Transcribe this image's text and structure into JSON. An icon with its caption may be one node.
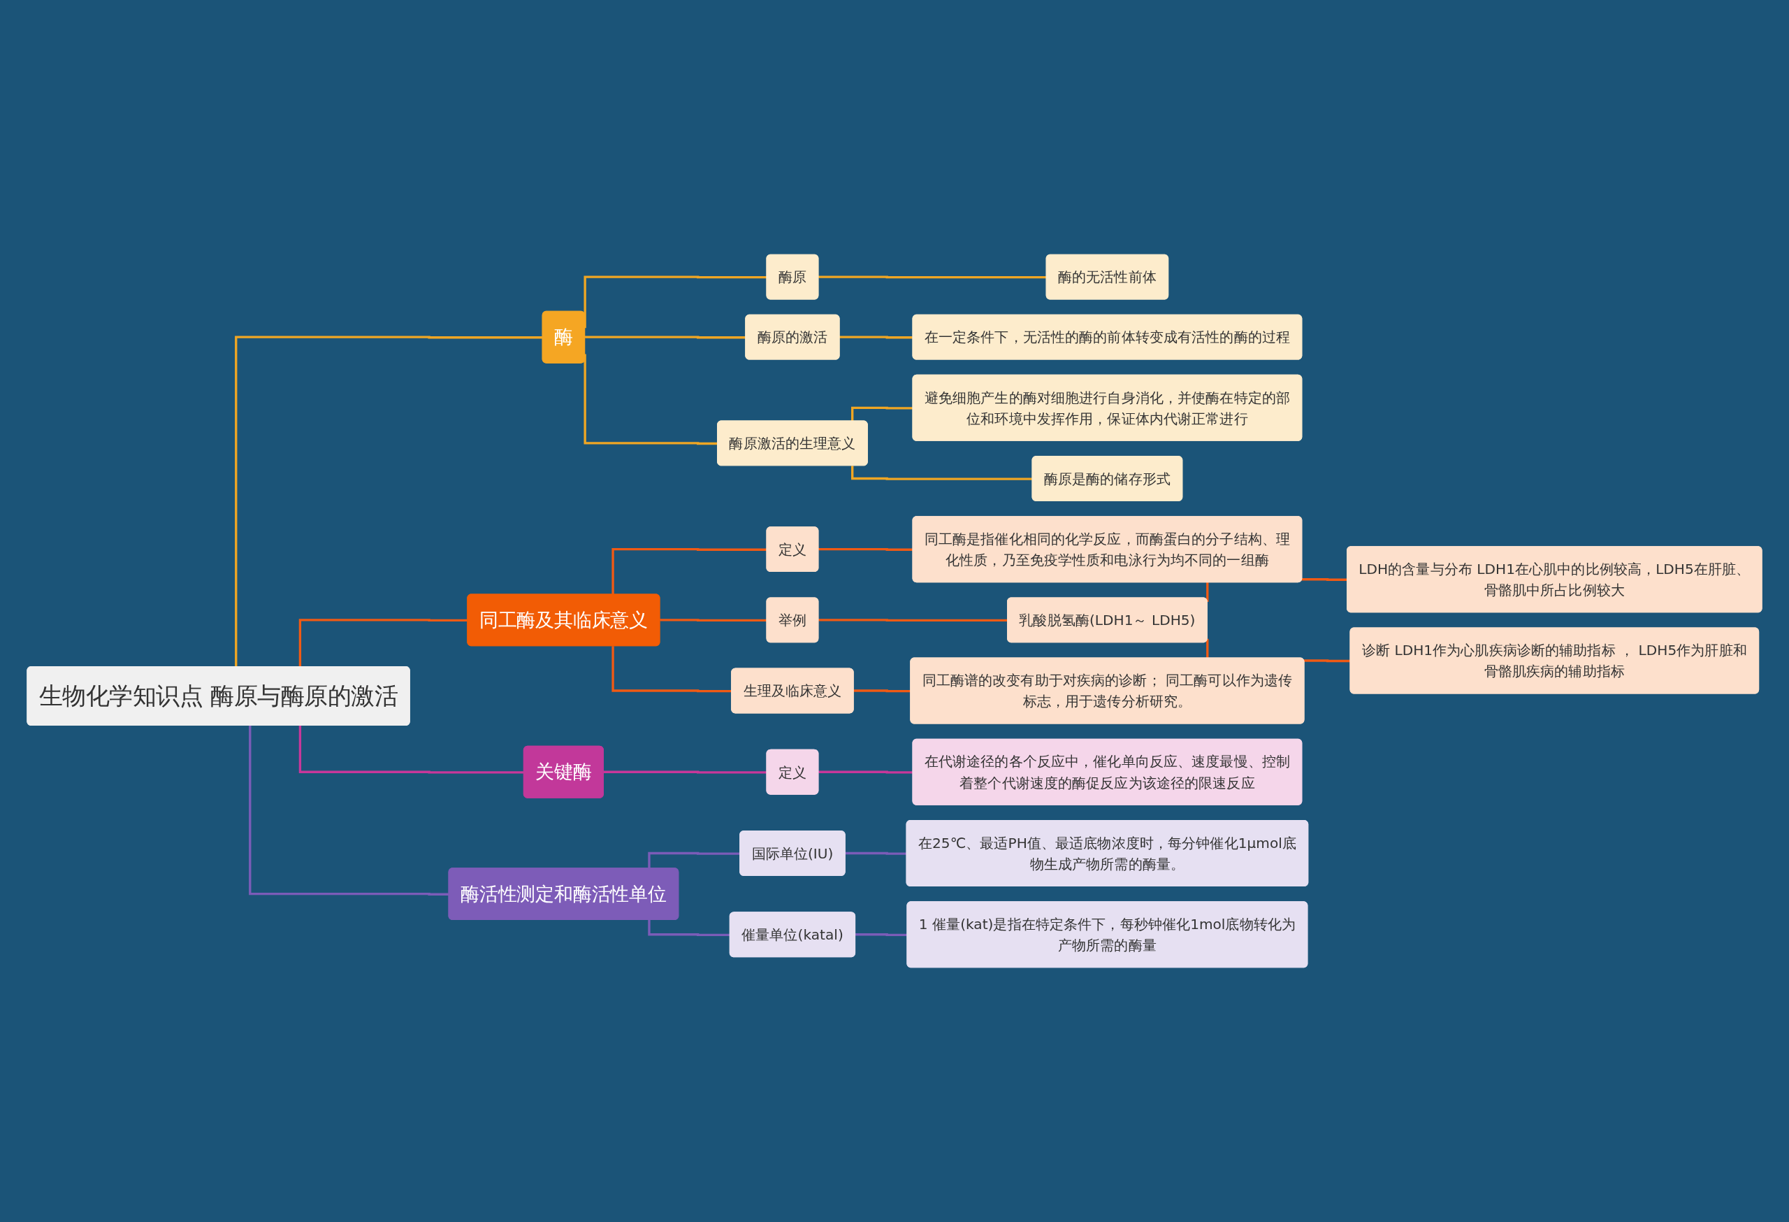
{
  "diagram": {
    "nodes": [
      {
        "text": [
          "生物化学知识点 酶原与酶原的激活"
        ]
      },
      {
        "text": [
          "酶"
        ]
      },
      {
        "text": [
          "酶原"
        ]
      },
      {
        "text": [
          "酶的无活性前体"
        ]
      },
      {
        "text": [
          "酶原的激活"
        ]
      },
      {
        "text": [
          "在一定条件下，无活性的酶的前体转变成有活性的酶的过程"
        ]
      },
      {
        "text": [
          "酶原激活的生理意义"
        ]
      },
      {
        "text": [
          "避免细胞产生的酶对细胞进行自身消化，并使酶在特定的部位和环境中发挥作用，保证体内代谢正常进行"
        ]
      },
      {
        "text": [
          "酶原是酶的储存形式"
        ]
      },
      {
        "text": [
          "同工酶及其临床意义"
        ]
      },
      {
        "text": [
          "定义"
        ]
      },
      {
        "text": [
          "同工酶是指催化相同的化学反应，而酶蛋白的分子结构、理化性质，乃至免疫学性质和电泳行为均不同的一组酶"
        ]
      },
      {
        "text": [
          "举例"
        ]
      },
      {
        "text": [
          "乳酸脱氢酶(LDH1～ LDH5)"
        ]
      },
      {
        "text": [
          "LDH的含量与分布 LDH1在心肌中的比例较高，LDH5在肝脏、骨骼肌中所占比例较大"
        ]
      },
      {
        "text": [
          "诊断 LDH1作为心肌疾病诊断的辅助指标 ， LDH5作为肝脏和骨骼肌疾病的辅助指标"
        ]
      },
      {
        "text": [
          "生理及临床意义"
        ]
      },
      {
        "text": [
          "同工酶谱的改变有助于对疾病的诊断； 同工酶可以作为遗传标志，用于遗传分析研究。"
        ]
      },
      {
        "text": [
          "关键酶"
        ]
      },
      {
        "text": [
          "定义"
        ]
      },
      {
        "text": [
          "在代谢途径的各个反应中，催化单向反应、速度最慢、控制着整个代谢速度的酶促反应为该途径的限速反应"
        ]
      },
      {
        "text": [
          "酶活性测定和酶活性单位"
        ]
      },
      {
        "text": [
          "国际单位(IU)"
        ]
      },
      {
        "text": [
          "在25℃、最适PH值、最适底物浓度时，每分钟催化1μmol底物生成产物所需的酶量。"
        ]
      },
      {
        "text": [
          "催量单位(katal)"
        ]
      },
      {
        "text": [
          "1 催量(kat)是指在特定条件下，每秒钟催化1mol底物转化为产物所需的酶量"
        ]
      }
    ],
    "edges": [
      {
        "from": 0,
        "to": 1,
        "arrow": "none",
        "color": "#f0a623"
      },
      {
        "from": 1,
        "to": 2,
        "arrow": "none",
        "color": "#f0a623"
      },
      {
        "from": 2,
        "to": 3,
        "arrow": "none",
        "color": "#f0a623"
      },
      {
        "from": 1,
        "to": 4,
        "arrow": "none",
        "color": "#f0a623"
      },
      {
        "from": 4,
        "to": 5,
        "arrow": "none",
        "color": "#f0a623"
      },
      {
        "from": 1,
        "to": 6,
        "arrow": "none",
        "color": "#f0a623"
      },
      {
        "from": 6,
        "to": 7,
        "arrow": "none",
        "color": "#f0a623"
      },
      {
        "from": 6,
        "to": 8,
        "arrow": "none",
        "color": "#f0a623"
      },
      {
        "from": 0,
        "to": 9,
        "arrow": "none",
        "color": "#f05a14"
      },
      {
        "from": 9,
        "to": 10,
        "arrow": "none",
        "color": "#f05a14"
      },
      {
        "from": 10,
        "to": 11,
        "arrow": "none",
        "color": "#f05a14"
      },
      {
        "from": 9,
        "to": 12,
        "arrow": "none",
        "color": "#f05a14"
      },
      {
        "from": 12,
        "to": 13,
        "arrow": "none",
        "color": "#f05a14"
      },
      {
        "from": 13,
        "to": 14,
        "arrow": "none",
        "color": "#f05a14"
      },
      {
        "from": 13,
        "to": 15,
        "arrow": "none",
        "color": "#f05a14"
      },
      {
        "from": 9,
        "to": 16,
        "arrow": "none",
        "color": "#f05a14"
      },
      {
        "from": 16,
        "to": 17,
        "arrow": "none",
        "color": "#f05a14"
      },
      {
        "from": 0,
        "to": 18,
        "arrow": "none",
        "color": "#c8379a"
      },
      {
        "from": 18,
        "to": 19,
        "arrow": "none",
        "color": "#c8379a"
      },
      {
        "from": 19,
        "to": 20,
        "arrow": "none",
        "color": "#c8379a"
      },
      {
        "from": 0,
        "to": 21,
        "arrow": "none",
        "color": "#7b5cb8"
      },
      {
        "from": 21,
        "to": 22,
        "arrow": "none",
        "color": "#7b5cb8"
      },
      {
        "from": 22,
        "to": 23,
        "arrow": "none",
        "color": "#7b5cb8"
      },
      {
        "from": 21,
        "to": 24,
        "arrow": "none",
        "color": "#7b5cb8"
      },
      {
        "from": 24,
        "to": 25,
        "arrow": "none",
        "color": "#7b5cb8"
      }
    ]
  }
}
